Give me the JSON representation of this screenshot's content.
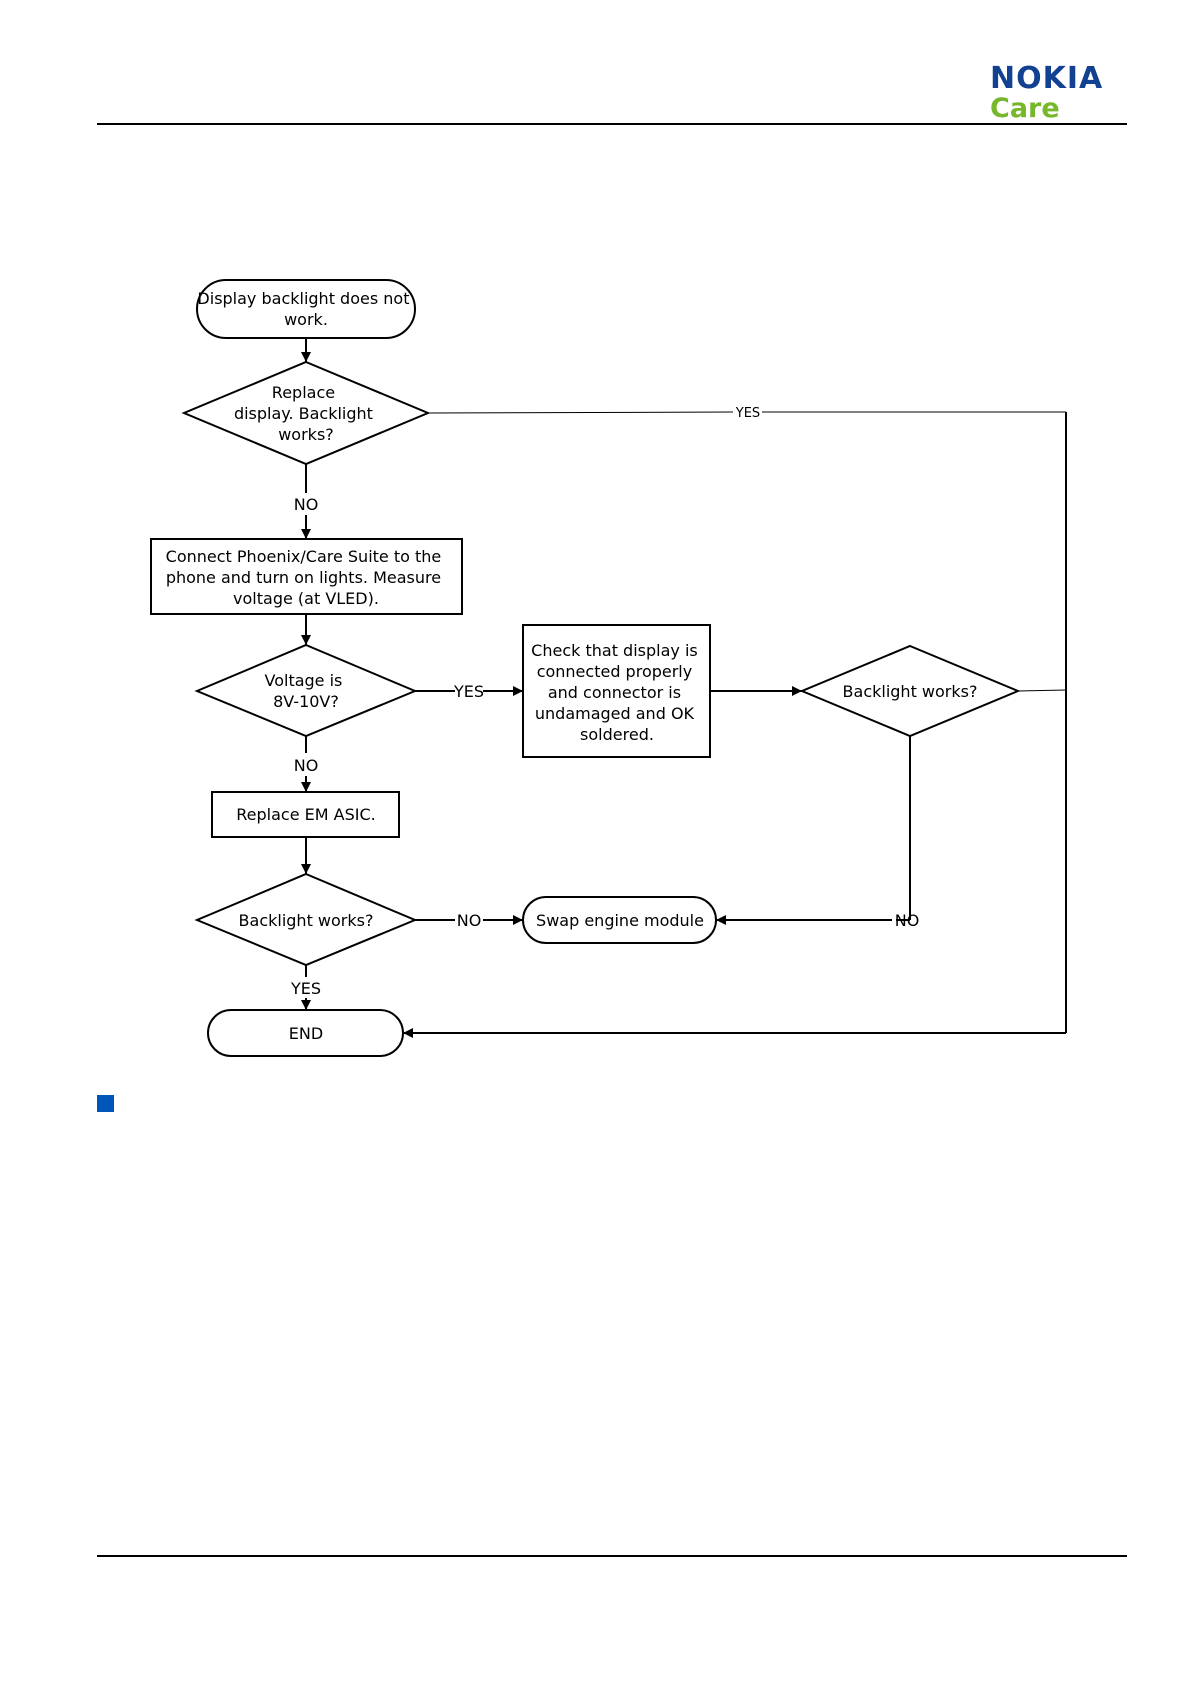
{
  "header": {
    "logo_brand": "NOKIA",
    "logo_sub": "Care",
    "brand_color": "#124191",
    "sub_color": "#76b82a"
  },
  "marker_color": "#0055b8",
  "flowchart": {
    "start": [
      "Display backlight does not",
      "work."
    ],
    "decision_replace_display": [
      "Replace",
      "display. Backlight",
      "works?"
    ],
    "step_connect_phoenix": [
      "Connect Phoenix/Care Suite to the",
      "phone and turn on lights. Measure",
      "voltage (at VLED)."
    ],
    "decision_voltage": [
      "Voltage is",
      "8V-10V?"
    ],
    "step_check_display": [
      "Check that display is",
      "connected properly",
      "and connector is",
      "undamaged and OK",
      "soldered."
    ],
    "decision_backlight_right": "Backlight works?",
    "step_replace_asic": "Replace EM ASIC.",
    "decision_backlight_bottom": "Backlight works?",
    "step_swap_engine": "Swap engine module",
    "end": "END",
    "label_yes": "YES",
    "label_no": "NO"
  }
}
